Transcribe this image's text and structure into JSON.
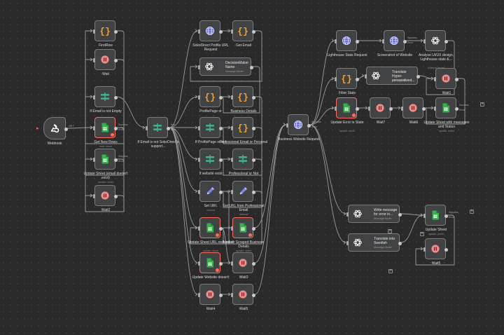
{
  "colors": {
    "canvas": "#2a2a2a",
    "node_fill": "#414244",
    "node_border": "#7b7c80",
    "error": "#ff6d5a",
    "orange": "#f0a030",
    "green": "#35b24a",
    "blue": "#5b63c9",
    "pink": "#f28b8b",
    "teal": "#3fae8a"
  },
  "nodes": [
    {
      "label": "Webhook",
      "icon": "webhook-icon"
    },
    {
      "label": "FirstRow",
      "icon": "code-icon"
    },
    {
      "label": "Wait",
      "icon": "pause-icon"
    },
    {
      "label": "If Email is not Empty",
      "icon": "if-icon"
    },
    {
      "label": "Get New Rows",
      "sublabel": "read: sheet",
      "icon": "sheets-icon",
      "error": true,
      "out_labels": [
        "Success",
        "Error"
      ]
    },
    {
      "label": "Update Sheet (email doesn't exist)",
      "sublabel": "update: sheet",
      "icon": "sheets-icon",
      "out_labels": [
        "Success",
        "Error"
      ]
    },
    {
      "label": "Wait2",
      "icon": "pause-icon"
    },
    {
      "label": "If Email is not SokoDirect's support...",
      "icon": "if-icon",
      "out_labels": [
        "true",
        "false"
      ]
    },
    {
      "label": "SokoDirect Profile URL Request",
      "icon": "globe-icon"
    },
    {
      "label": "Get Email",
      "icon": "code-icon"
    },
    {
      "title": "DecisionMaker Name",
      "subtitle": "Message Model",
      "icon": "openai-icon",
      "wide": true
    },
    {
      "label": "ProfilePage or",
      "icon": "code-icon"
    },
    {
      "label": "Business Details",
      "icon": "code-icon"
    },
    {
      "label": "If ProfilePage or not",
      "icon": "if-icon"
    },
    {
      "label": "Professional Email or Personal",
      "icon": "code-icon"
    },
    {
      "label": "If website exist",
      "icon": "if-icon"
    },
    {
      "label": "Professional or Not",
      "icon": "if-icon"
    },
    {
      "label": "Set URL",
      "sublabel": "manual",
      "icon": "pencil-icon"
    },
    {
      "label": "Set URL from Professional Email",
      "sublabel": "manual",
      "icon": "pencil-icon"
    },
    {
      "label": "Update Sheet URL redirected",
      "sublabel": "update: sheet",
      "icon": "sheets-icon",
      "error": true
    },
    {
      "label": "Update Scraped Business Details",
      "sublabel": "update: sheet",
      "icon": "sheets-icon",
      "error": true
    },
    {
      "label": "Update Website doesn't",
      "icon": "sheets-icon",
      "error": true
    },
    {
      "label": "Wait3",
      "icon": "pause-icon"
    },
    {
      "label": "Wait4",
      "icon": "pause-icon"
    },
    {
      "label": "Wait5",
      "icon": "pause-icon"
    },
    {
      "label": "Business Website Request",
      "icon": "globe-icon",
      "out_labels": [
        "Success",
        "Error"
      ]
    },
    {
      "label": "Lighthouse Stats Request",
      "icon": "globe-icon"
    },
    {
      "label": "Screenshot of Website",
      "icon": "globe-icon",
      "out_labels": [
        "Success",
        "Error"
      ]
    },
    {
      "label": "Analyse UI/UX design, Lighthouse stats &...",
      "sublabel": "Analyze Image",
      "icon": "openai-icon"
    },
    {
      "label": "Filter Stats",
      "icon": "code-icon"
    },
    {
      "title": "Translate Hyper-personalized...",
      "subtitle": "Message Model",
      "icon": "openai-icon",
      "wide": true
    },
    {
      "label": "Wait1",
      "icon": "pause-icon"
    },
    {
      "label": "Update Error in State",
      "sublabel": "update: sheet",
      "icon": "sheets-icon",
      "error": true
    },
    {
      "label": "Wait7",
      "icon": "pause-icon"
    },
    {
      "label": "Wait6",
      "icon": "pause-icon"
    },
    {
      "label": "Update Sheet with messages and Status",
      "sublabel": "update: sheet",
      "icon": "sheets-icon",
      "out_labels": [
        "Success",
        "Error"
      ]
    },
    {
      "title": "Write message for error in...",
      "subtitle": "Message Model",
      "icon": "openai-icon",
      "wide": true
    },
    {
      "title": "Translate into Swedish",
      "subtitle": "Message Model",
      "icon": "openai-icon",
      "wide": true
    },
    {
      "label": "Update Sheet",
      "sublabel": "update: sheet",
      "icon": "sheets-icon",
      "out_labels": [
        "Success",
        "Error"
      ]
    },
    {
      "label": "Wait5",
      "icon": "pause-icon"
    }
  ],
  "connector_labels": {
    "webhook_out": "GET"
  },
  "add_button": "+"
}
